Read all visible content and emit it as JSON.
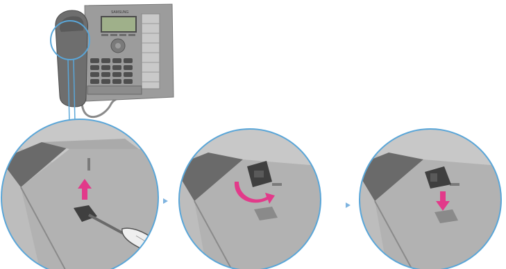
{
  "figure": {
    "phone_brand_label": "SAMSUNG",
    "colors": {
      "background": "#ffffff",
      "phone_body": "#9c9c9c",
      "phone_dark": "#5a5a5a",
      "screen": "#9fb08a",
      "key": "#4e4e4e",
      "detail_bg": "#bdbdbd",
      "detail_shadow": "#8a8a8a",
      "callout_ring": "#5aa6d8",
      "step_arrow": "#7fb4e0",
      "direction_arrow": "#e23a8a",
      "screwdriver_handle": "#efefef",
      "tab_dark": "#3f3f3f"
    },
    "steps": [
      {
        "name": "lift-tab-with-screwdriver",
        "direction": "up"
      },
      {
        "name": "rotate-tab",
        "direction": "rotate"
      },
      {
        "name": "insert-tab",
        "direction": "down"
      }
    ],
    "step_separators": [
      "arrow-right-icon",
      "arrow-right-icon"
    ]
  }
}
